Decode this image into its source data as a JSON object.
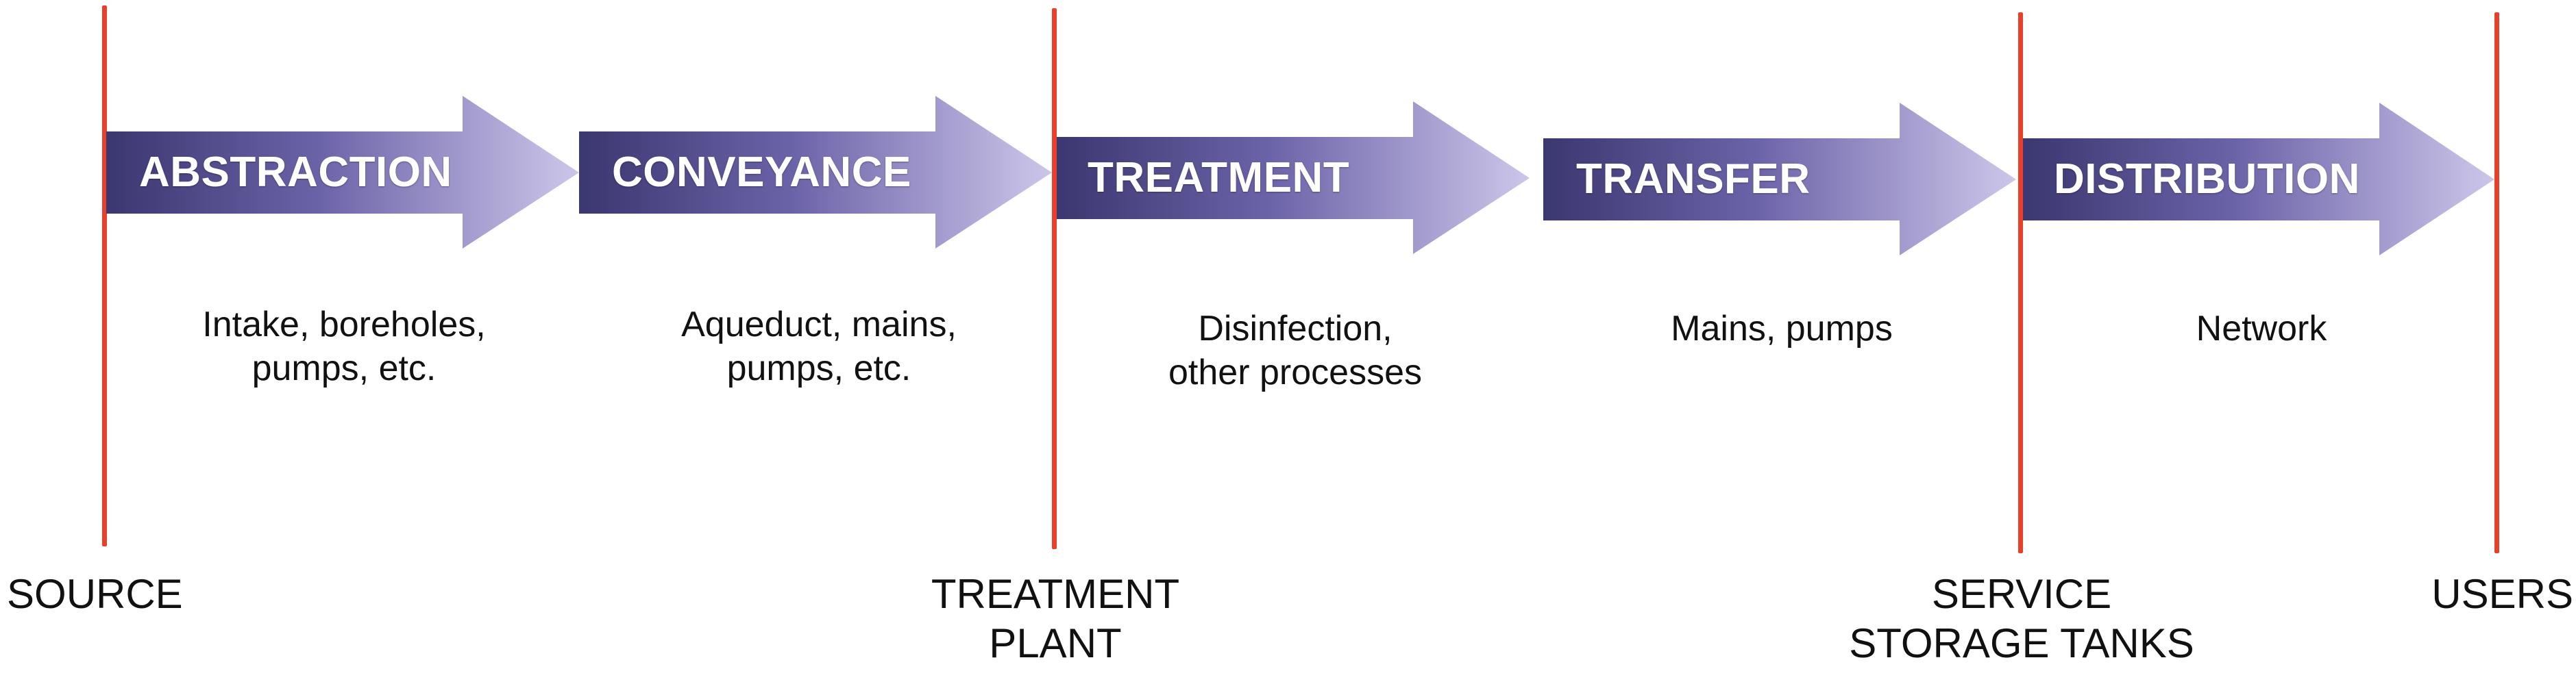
{
  "stages": [
    {
      "label": "ABSTRACTION",
      "description": "Intake, boreholes,\npumps, etc."
    },
    {
      "label": "CONVEYANCE",
      "description": "Aqueduct, mains,\npumps, etc."
    },
    {
      "label": "TREATMENT",
      "description": "Disinfection,\nother processes"
    },
    {
      "label": "TRANSFER",
      "description": "Mains, pumps"
    },
    {
      "label": "DISTRIBUTION",
      "description": "Network"
    }
  ],
  "points": [
    "SOURCE",
    "TREATMENT\nPLANT",
    "SERVICE\nSTORAGE TANKS",
    "USERS"
  ],
  "colors": {
    "line": "#e8402a",
    "arrow_dark": "#3b3770",
    "arrow_light": "#c6bfe6"
  }
}
